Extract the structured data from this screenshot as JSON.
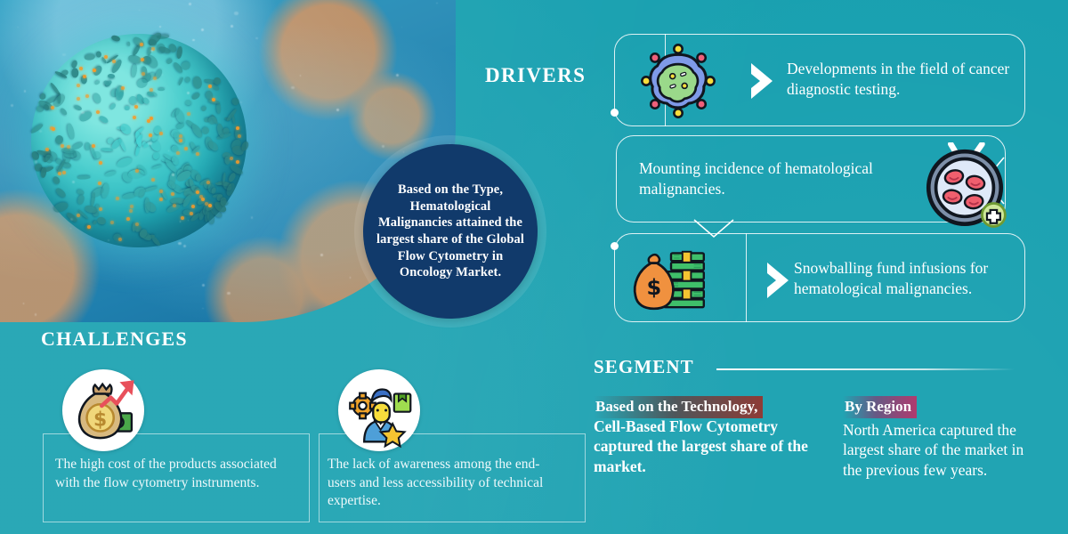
{
  "theme": {
    "background_teal": "#18a0b0",
    "navy_circle": "#113a6b",
    "text_white": "#ffffff",
    "badge_red": "#8e3b36",
    "badge_magenta": "#b03a6e"
  },
  "hero": {
    "icon": "t-cell-photo",
    "alt": "microscopic teal spiked immune cell with orange receptor dots on blue background"
  },
  "circle_callout": {
    "text": "Based on the Type, Hematological Malignancies attained the largest share of the Global Flow Cytometry in Oncology Market."
  },
  "drivers": {
    "title": "DRIVERS",
    "items": [
      {
        "icon": "virus-cell-icon",
        "text": "Developments in the field of cancer diagnostic testing.",
        "chevron": "chevron-right-icon"
      },
      {
        "icon": "blood-sample-petri-dish-icon",
        "text": "Mounting incidence of hematological malignancies.",
        "chevron": "chevron-left-icon"
      },
      {
        "icon": "money-bag-cash-stack-icon",
        "text": "Snowballing fund infusions for hematological malignancies.",
        "chevron": "chevron-right-icon"
      }
    ]
  },
  "challenges": {
    "title": "CHALLENGES",
    "items": [
      {
        "icon": "money-bag-rising-cost-icon",
        "text": "The high cost of the products associated with the flow cytometry instruments."
      },
      {
        "icon": "technician-expertise-icon",
        "text": "The lack of awareness among the end-users and less accessibility of technical expertise."
      }
    ]
  },
  "segment": {
    "title": "SEGMENT",
    "columns": [
      {
        "badge": "Based on the Technology,",
        "body": "Cell-Based Flow Cytometry captured the largest share of the market."
      },
      {
        "badge": "By Region",
        "body": "North America captured the largest share of the market in the previous few years."
      }
    ]
  }
}
